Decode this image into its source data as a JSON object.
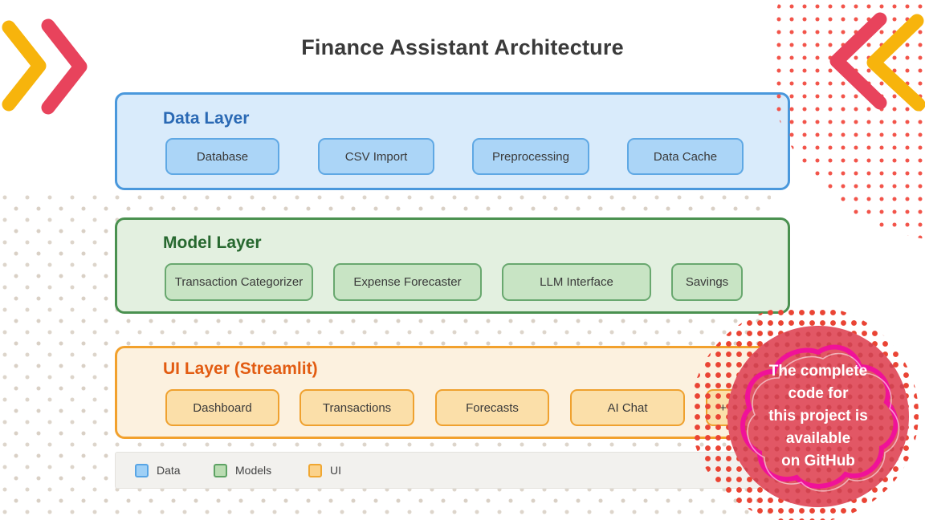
{
  "title": "Finance Assistant Architecture",
  "layers": [
    {
      "id": "data",
      "title": "Data Layer",
      "boxes": [
        "Database",
        "CSV Import",
        "Preprocessing",
        "Data Cache"
      ]
    },
    {
      "id": "model",
      "title": "Model Layer",
      "boxes": [
        "Transaction Categorizer",
        "Expense Forecaster",
        "LLM Interface",
        "Savings"
      ]
    },
    {
      "id": "ui",
      "title": "UI Layer (Streamlit)",
      "boxes": [
        "Dashboard",
        "Transactions",
        "Forecasts",
        "AI Chat",
        "+"
      ]
    }
  ],
  "legend": [
    {
      "label": "Data",
      "color": "#9fd0f6",
      "border": "#58a5e5"
    },
    {
      "label": "Models",
      "color": "#badcb2",
      "border": "#5ea364"
    },
    {
      "label": "UI",
      "color": "#fbd28b",
      "border": "#f0a732"
    }
  ],
  "badge": {
    "lines": [
      "The complete",
      "code for",
      "this project is",
      "available",
      "on GitHub"
    ],
    "fill": "#e25765",
    "ring": "#f00f9b"
  },
  "colors": {
    "data_layer_bg": "#d9ebfb",
    "data_layer_border": "#4a98dc",
    "data_title": "#2a69b4",
    "model_layer_bg": "#e3f0e0",
    "model_layer_border": "#4a9150",
    "model_title": "#27682f",
    "ui_layer_bg": "#fcf1df",
    "ui_layer_border": "#f2a12d",
    "ui_title": "#e25c12",
    "chevron_yellow": "#f7b40c",
    "chevron_red": "#e8435c",
    "dot_red": "#ea4434"
  }
}
